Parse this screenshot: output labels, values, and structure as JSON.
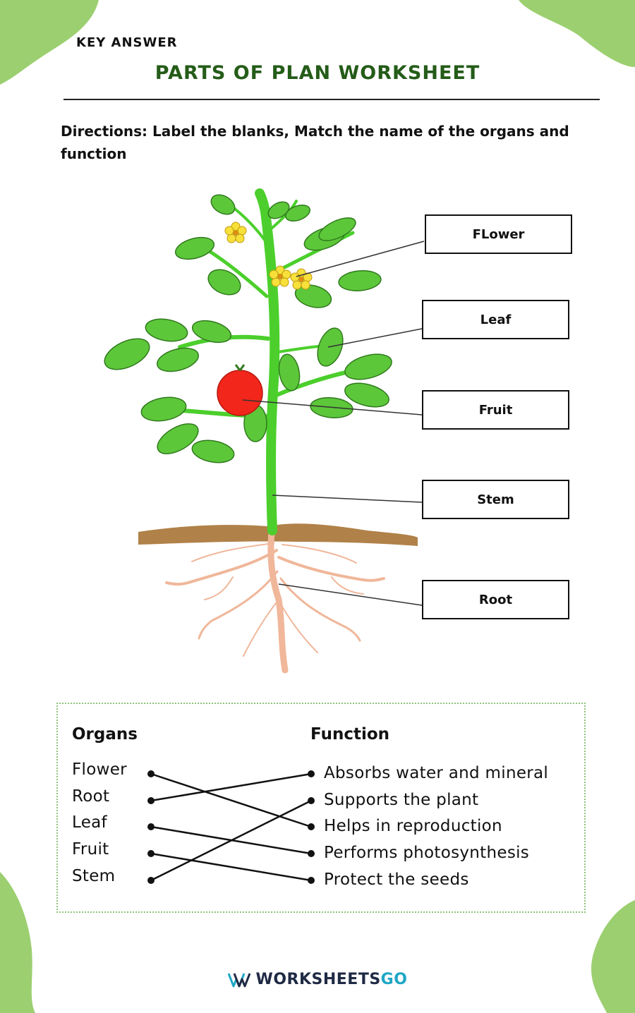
{
  "header": {
    "key_answer": "KEY ANSWER",
    "title": "PARTS OF PLAN WORKSHEET",
    "directions": "Directions: Label the blanks, Match the name of the organs and function"
  },
  "diagram_labels": {
    "flower": "FLower",
    "leaf": "Leaf",
    "fruit": "Fruit",
    "stem": "Stem",
    "root": "Root"
  },
  "matching": {
    "organs_heading": "Organs",
    "function_heading": "Function",
    "organs": [
      "Flower",
      "Root",
      "Leaf",
      "Fruit",
      "Stem"
    ],
    "functions": [
      "Absorbs water and mineral",
      "Supports the plant",
      "Helps in reproduction",
      "Performs photosynthesis",
      "Protect the seeds"
    ],
    "pairs": [
      [
        0,
        2
      ],
      [
        1,
        0
      ],
      [
        2,
        3
      ],
      [
        3,
        4
      ],
      [
        4,
        1
      ]
    ]
  },
  "footer": {
    "brand_part1": "WORKSHEETS",
    "brand_part2": "GO"
  },
  "colors": {
    "accent_green": "#9ccf70",
    "title_green": "#245c18",
    "brand_navy": "#1f2a44",
    "brand_teal": "#1ea7c6"
  }
}
